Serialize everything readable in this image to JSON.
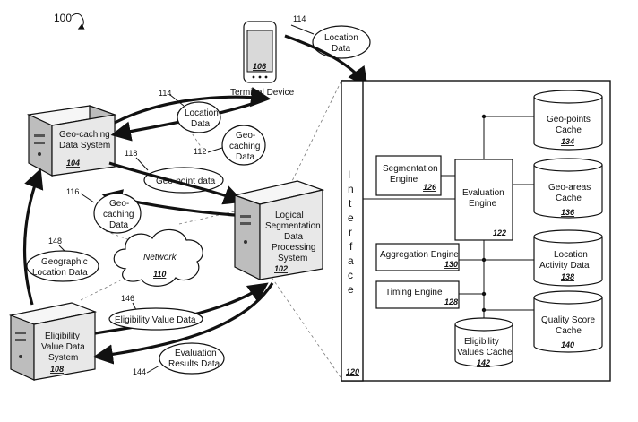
{
  "figure": {
    "number": "100"
  },
  "nodes": {
    "terminal": {
      "label": "Terminal Device",
      "ref": "106"
    },
    "geocaching_system": {
      "line1": "Geo-caching",
      "line2": "Data System",
      "ref": "104"
    },
    "logical_system": {
      "line1": "Logical",
      "line2": "Segmentation",
      "line3": "Data",
      "line4": "Processing",
      "line5": "System",
      "ref": "102"
    },
    "eligibility_system": {
      "line1": "Eligibility",
      "line2": "Value Data",
      "line3": "System",
      "ref": "108"
    },
    "network": {
      "label": "Network",
      "ref": "110"
    }
  },
  "bubbles": {
    "location_top": {
      "line1": "Location",
      "line2": "Data",
      "ref": "114"
    },
    "location_mid": {
      "line1": "Location",
      "line2": "Data",
      "ref": "114"
    },
    "geocaching_112": {
      "line1": "Geo-",
      "line2": "caching",
      "line3": "Data",
      "ref": "112"
    },
    "geopoint": {
      "label": "Geo-point data",
      "ref": "118"
    },
    "geocaching_116": {
      "line1": "Geo-",
      "line2": "caching",
      "line3": "Data",
      "ref": "116"
    },
    "geographic": {
      "line1": "Geographic",
      "line2": "Location Data",
      "ref": "148"
    },
    "eligibility_value": {
      "label": "Eligibility Value Data",
      "ref": "146"
    },
    "evaluation_results": {
      "line1": "Evaluation",
      "line2": "Results Data",
      "ref": "144"
    }
  },
  "detail": {
    "ref": "120",
    "interface_letters": [
      "I",
      "n",
      "t",
      "e",
      "r",
      "f",
      "a",
      "c",
      "e"
    ],
    "segmentation_engine": {
      "line1": "Segmentation",
      "line2": "Engine",
      "ref": "126"
    },
    "evaluation_engine": {
      "line1": "Evaluation",
      "line2": "Engine",
      "ref": "122"
    },
    "aggregation_engine": {
      "label": "Aggregation Engine",
      "ref": "130"
    },
    "timing_engine": {
      "label": "Timing Engine",
      "ref": "128"
    },
    "eligibility_cache": {
      "line1": "Eligibility",
      "line2": "Values Cache",
      "ref": "142"
    },
    "geopoints_cache": {
      "line1": "Geo-points",
      "line2": "Cache",
      "ref": "134"
    },
    "geoareas_cache": {
      "line1": "Geo-areas",
      "line2": "Cache",
      "ref": "136"
    },
    "location_activity": {
      "line1": "Location",
      "line2": "Activity Data",
      "ref": "138"
    },
    "quality_score": {
      "line1": "Quality Score",
      "line2": "Cache",
      "ref": "140"
    }
  }
}
